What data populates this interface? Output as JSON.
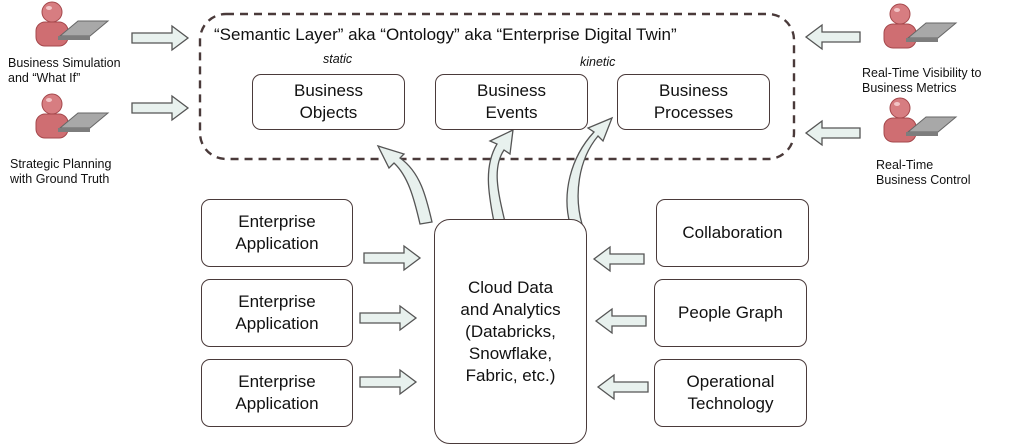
{
  "layer": {
    "title": "“Semantic Layer” aka “Ontology” aka “Enterprise Digital Twin”",
    "static_label": "static",
    "kinetic_label": "kinetic",
    "objects": "Business\nObjects",
    "events": "Business\nEvents",
    "processes": "Business\nProcesses"
  },
  "users": {
    "simulation": "Business Simulation\nand “What If”",
    "planning": "Strategic Planning\nwith Ground Truth",
    "visibility": "Real-Time Visibility to\nBusiness Metrics",
    "control": "Real-Time\nBusiness Control"
  },
  "sources_left": [
    "Enterprise\nApplication",
    "Enterprise\nApplication",
    "Enterprise\nApplication"
  ],
  "sources_right": [
    "Collaboration",
    "People Graph",
    "Operational\nTechnology"
  ],
  "center": "Cloud Data\nand Analytics\n(Databricks,\nSnowflake,\nFabric, etc.)",
  "colors": {
    "person": "#cf6e72",
    "laptop": "#9c9c9c",
    "arrow_fill": "#e8f1ee",
    "arrow_stroke": "#555555",
    "border": "#4a3a3a"
  }
}
